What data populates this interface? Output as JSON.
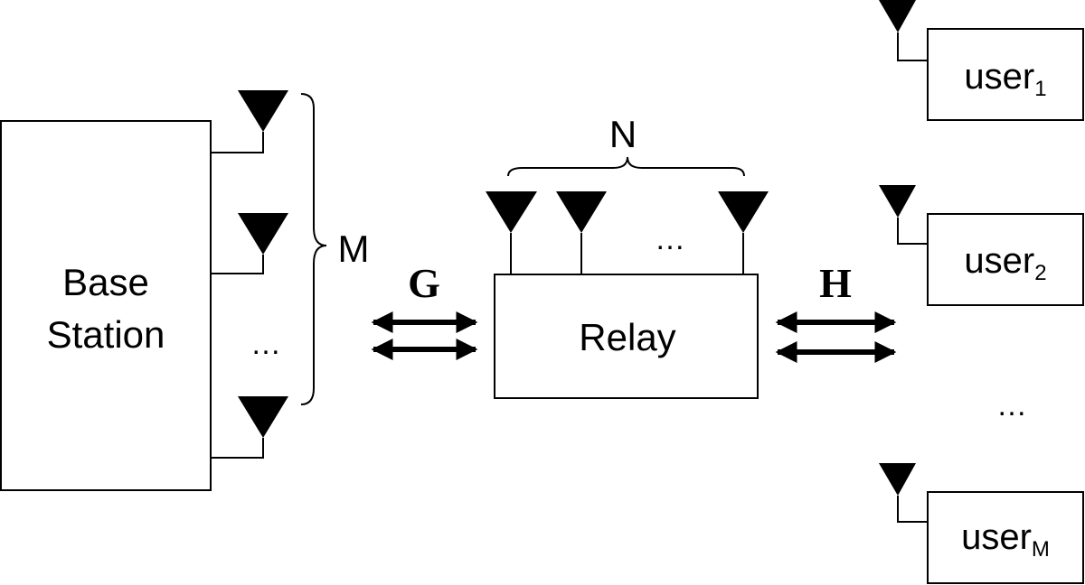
{
  "base_station": {
    "label_line1": "Base",
    "label_line2": "Station"
  },
  "bs_antennas": {
    "count_label": "M",
    "ellipsis": "…"
  },
  "link_bs_relay": {
    "label": "G"
  },
  "relay": {
    "label": "Relay"
  },
  "relay_antennas": {
    "count_label": "N",
    "ellipsis": "…"
  },
  "link_relay_users": {
    "label": "H"
  },
  "users": [
    {
      "name": "user",
      "subscript": "1"
    },
    {
      "name": "user",
      "subscript": "2"
    },
    {
      "name": "user",
      "subscript": "M"
    }
  ],
  "users_ellipsis": "…",
  "colors": {
    "stroke": "#000000",
    "background": "#ffffff"
  }
}
